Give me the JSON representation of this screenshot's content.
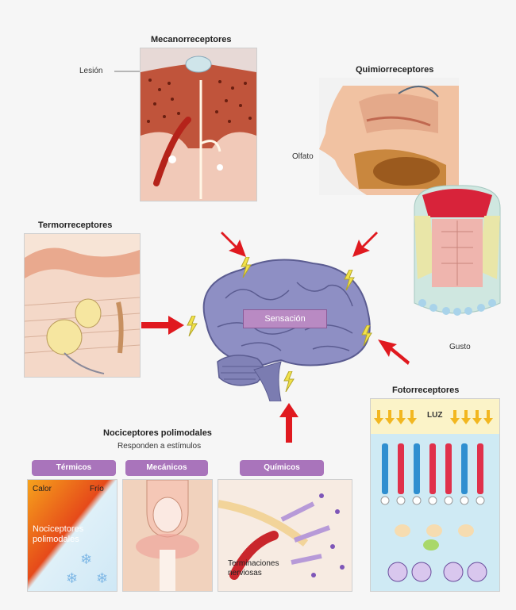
{
  "diagram": {
    "center_label": "Sensación",
    "mechanoreceptors": {
      "title": "Mecanorreceptores",
      "lesion_label": "Lesión"
    },
    "chemoreceptors": {
      "title": "Quimiorreceptores",
      "smell_label": "Olfato",
      "taste_label": "Gusto"
    },
    "thermoreceptors": {
      "title": "Termorreceptores"
    },
    "photoreceptors": {
      "title": "Fotorreceptores",
      "light_label": "LUZ"
    },
    "nociceptors": {
      "title": "Nociceptores polimodales",
      "subtitle": "Responden a estímulos",
      "categories": [
        "Térmicos",
        "Mecánicos",
        "Químicos"
      ],
      "hot_label": "Calor",
      "cold_label": "Frío",
      "nociceptor_label": "Nociceptores polimodales",
      "nerve_label": "Terminaciones nerviosas"
    },
    "colors": {
      "arrow": "#e0191f",
      "brain": "#8e8fc4",
      "pill": "#a974bb"
    }
  }
}
